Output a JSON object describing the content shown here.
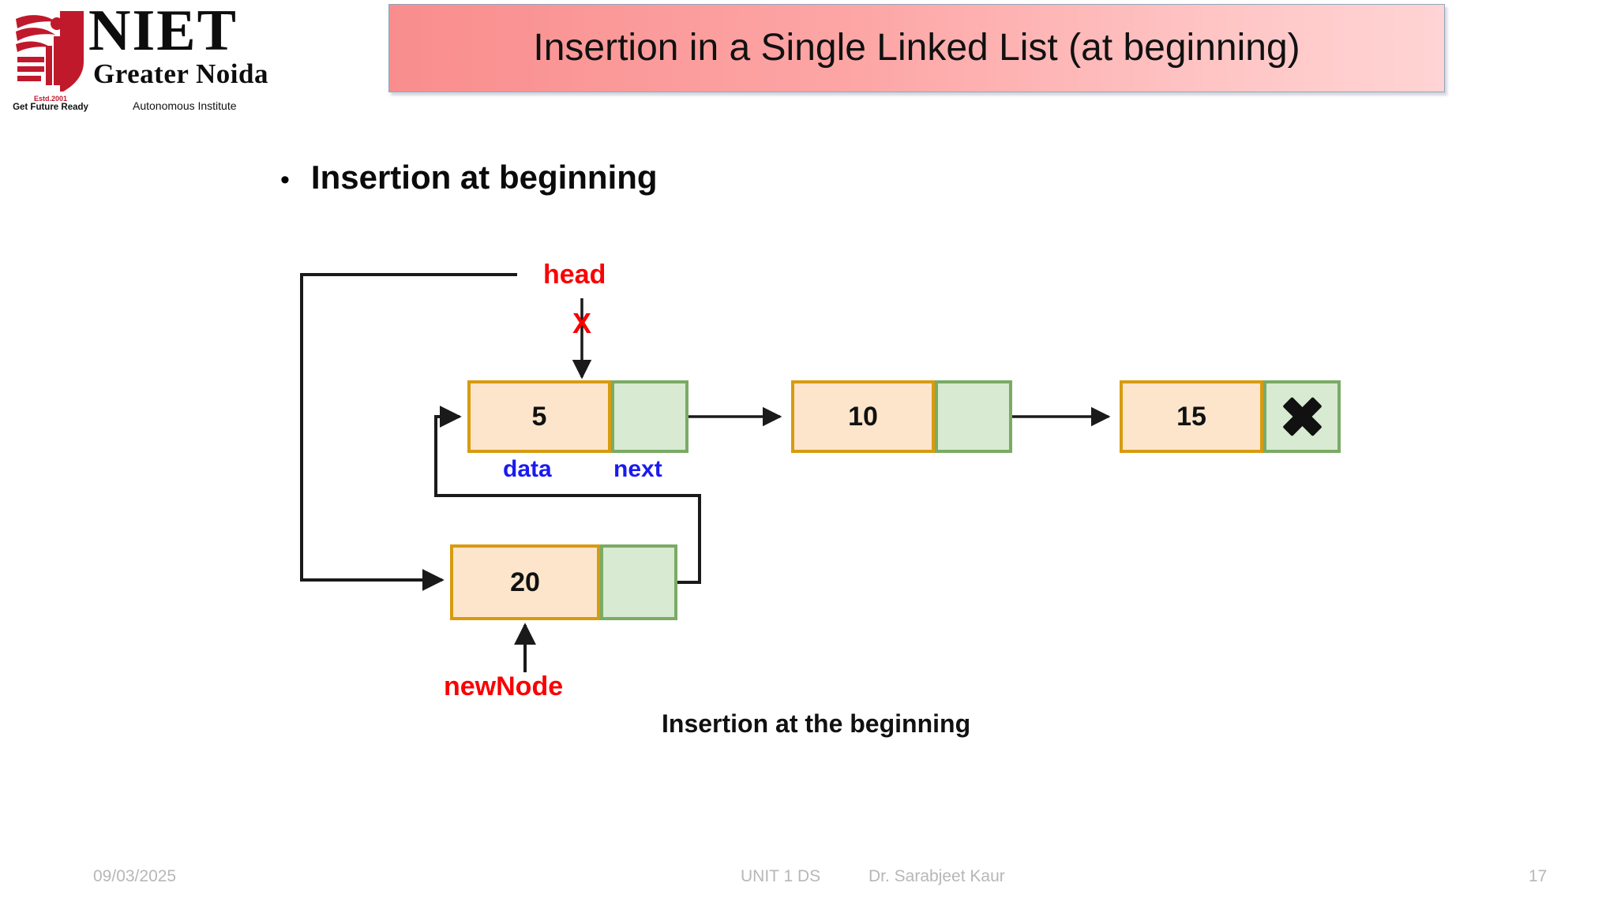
{
  "slide": {
    "title": "Insertion in a Single Linked List (at beginning)",
    "bullet_marker": "•",
    "bullet_text": "Insertion at beginning",
    "caption": "Insertion at the beginning"
  },
  "logo": {
    "name": "NIET",
    "sub": "Greater Noida",
    "estd": "Estd.2001",
    "tagline": "Get Future Ready",
    "autonomous": "Autonomous Institute"
  },
  "diagram": {
    "type": "singly-linked-list-insertion-at-beginning",
    "pointer_labels": {
      "head": "head",
      "head_broken_marker": "X",
      "new_node": "newNode"
    },
    "cell_labels": {
      "data": "data",
      "next": "next"
    },
    "existing_nodes": [
      {
        "data": "5",
        "next": "node-10"
      },
      {
        "data": "10",
        "next": "node-15"
      },
      {
        "data": "15",
        "next": "null"
      }
    ],
    "new_node": {
      "data": "20",
      "next": "node-5"
    },
    "colors": {
      "data_fill": "#fde5cb",
      "data_border": "#d79b10",
      "next_fill": "#d8ead1",
      "next_border": "#7aab65",
      "pointer_label": "#fb0000",
      "cell_label": "#1a1af0",
      "arrow": "#1a1a1a"
    }
  },
  "footer": {
    "date": "09/03/2025",
    "unit": "UNIT 1 DS",
    "author": "Dr. Sarabjeet Kaur",
    "page": "17"
  }
}
